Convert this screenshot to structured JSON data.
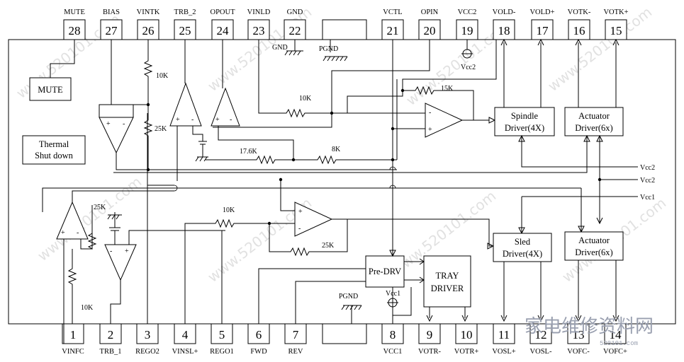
{
  "top_pins": [
    {
      "num": "28",
      "name": "MUTE"
    },
    {
      "num": "27",
      "name": "BIAS"
    },
    {
      "num": "26",
      "name": "VINTK"
    },
    {
      "num": "25",
      "name": "TRB_2"
    },
    {
      "num": "24",
      "name": "OPOUT"
    },
    {
      "num": "23",
      "name": "VINLD"
    },
    {
      "num": "22",
      "name": "GND"
    },
    {
      "num": "21",
      "name": "VCTL"
    },
    {
      "num": "20",
      "name": "OPIN"
    },
    {
      "num": "19",
      "name": "VCC2"
    },
    {
      "num": "18",
      "name": "VOLD-"
    },
    {
      "num": "17",
      "name": "VOLD+"
    },
    {
      "num": "16",
      "name": "VOTK-"
    },
    {
      "num": "15",
      "name": "VOTK+"
    }
  ],
  "bottom_pins": [
    {
      "num": "1",
      "name": "VINFC"
    },
    {
      "num": "2",
      "name": "TRB_1"
    },
    {
      "num": "3",
      "name": "REGO2"
    },
    {
      "num": "4",
      "name": "VINSL+"
    },
    {
      "num": "5",
      "name": "REGO1"
    },
    {
      "num": "6",
      "name": "FWD"
    },
    {
      "num": "7",
      "name": "REV"
    },
    {
      "num": "8",
      "name": "VCC1"
    },
    {
      "num": "9",
      "name": "VOTR-"
    },
    {
      "num": "10",
      "name": "VOTR+"
    },
    {
      "num": "11",
      "name": "VOSL+"
    },
    {
      "num": "12",
      "name": "VOSL-"
    },
    {
      "num": "13",
      "name": "VOFC-"
    },
    {
      "num": "14",
      "name": "VOFC+"
    }
  ],
  "blocks": {
    "mute": "MUTE",
    "thermal_l1": "Thermal",
    "thermal_l2": "Shut down",
    "spindle_l1": "Spindle",
    "spindle_l2": "Driver(4X)",
    "actuator_top_l1": "Actuator",
    "actuator_top_l2": "Driver(6x)",
    "sled_l1": "Sled",
    "sled_l2": "Driver(4X)",
    "actuator_bot_l1": "Actuator",
    "actuator_bot_l2": "Driver(6x)",
    "predrv": "Pre-DRV",
    "tray_l1": "TRAY",
    "tray_l2": "DRIVER"
  },
  "labels": {
    "gnd": "GND",
    "pgnd_top": "PGND",
    "pgnd_bot": "PGND",
    "vcc2_top": "Vcc2",
    "vcc1_bot": "Vcc1",
    "rail_vcc2_a": "Vcc2",
    "rail_vcc2_b": "Vcc2",
    "rail_vcc1": "Vcc1",
    "r_10k_vintk": "10K",
    "r_25k_vintk": "25K",
    "r_10k_vinld": "10K",
    "r_15k": "15K",
    "r_17_6k": "17.6K",
    "r_8k": "8K",
    "r_25k_left": "25K",
    "r_10k_left": "10K",
    "r_10k_sled": "10K",
    "r_25k_sled": "25K"
  },
  "watermark": {
    "text": "www.520101.com",
    "brand_cn": "家电维修资料网",
    "brand_url": "520101.com"
  }
}
